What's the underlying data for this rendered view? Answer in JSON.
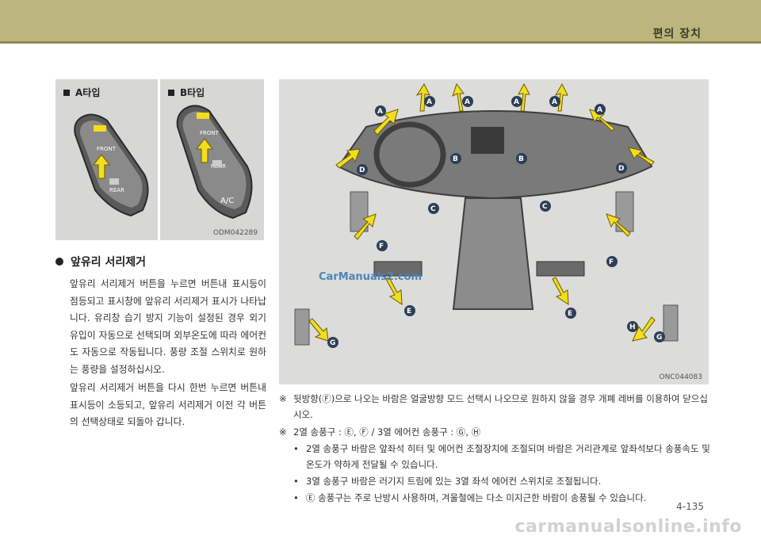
{
  "header": {
    "section_title": "편의 장치"
  },
  "panel_a": {
    "label": "A타입",
    "front_label": "FRONT",
    "rear_label": "REAR"
  },
  "panel_b": {
    "label": "B타입",
    "front_label": "FRONT",
    "rear_label": "REAR",
    "ac_label": "A/C",
    "image_code": "ODM042289"
  },
  "section": {
    "title": "앞유리 서리제거",
    "paragraphs": [
      "앞유리 서리제거 버튼을 누르면 버튼내 표시등이 점등되고 표시창에 앞유리 서리제거 표시가 나타납니다. 유리창 습기 방지 기능이 설정된 경우 외기 유입이 자동으로 선택되며 외부온도에 따라 에어컨도 자동으로 작동됩니다. 풍량 조절 스위치로 원하는 풍량을 설정하십시오.",
      "앞유리 서리제거 버튼을 다시 한번 누르면 버튼내 표시등이 소등되고, 앞유리 서리제거 이전 각 버튼의 선택상태로 되돌아 갑니다."
    ]
  },
  "dashboard": {
    "image_code": "ONC044083",
    "watermark": "CarManuals2.com",
    "labels": [
      "A",
      "A",
      "A",
      "A",
      "A",
      "A",
      "B",
      "B",
      "C",
      "C",
      "D",
      "D",
      "E",
      "E",
      "F",
      "F",
      "G",
      "G",
      "H"
    ]
  },
  "notes": {
    "mark": "※",
    "note1": "뒷방향(Ⓕ)으로 나오는 바람은 얼굴방향 모드 선택시 나오므로 원하지 않을 경우 개폐 레버를 이용하여 닫으십시오.",
    "note2": "2열 송풍구 : Ⓔ, Ⓕ / 3열 에어컨 송풍구 : Ⓖ, Ⓗ",
    "bullet_mark": "•",
    "bullets": [
      "2열 송풍구 바람은 앞좌석 히터 및 에어컨 조절장치에 조절되며 바람은 거리관계로 앞좌석보다 송풍속도 및 온도가 약하게 전달될 수 있습니다.",
      "3열 송풍구 바람은 러기지 트림에 있는 3열 좌석 에어컨 스위치로 조절됩니다.",
      "Ⓔ 송풍구는 주로 난방시 사용하며, 겨울철에는 다소 미지근한 바람이 송풍될 수 있습니다."
    ]
  },
  "page_number": "4-135",
  "footer_watermark": "carmanualsonline.info",
  "colors": {
    "header_band": "#bcb67c",
    "arrow_yellow": "#f2dd1f",
    "label_dark": "#2d3e57"
  }
}
